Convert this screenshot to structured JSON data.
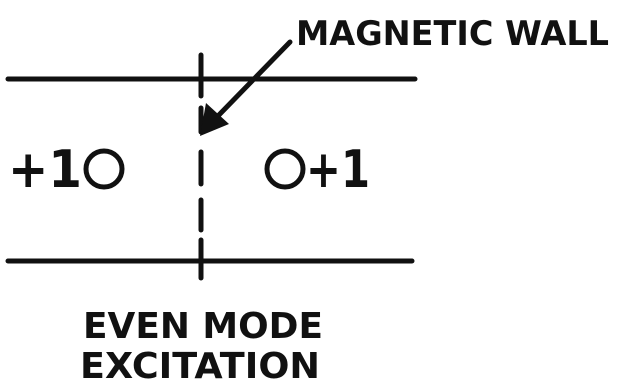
{
  "wall_label": "MAGNETIC WALL",
  "left_excitation": "+1",
  "right_excitation": "+1",
  "caption": {
    "line1": "EVEN MODE",
    "line2": "EXCITATION"
  },
  "colors": {
    "ink": "#111111",
    "background": "#ffffff"
  }
}
